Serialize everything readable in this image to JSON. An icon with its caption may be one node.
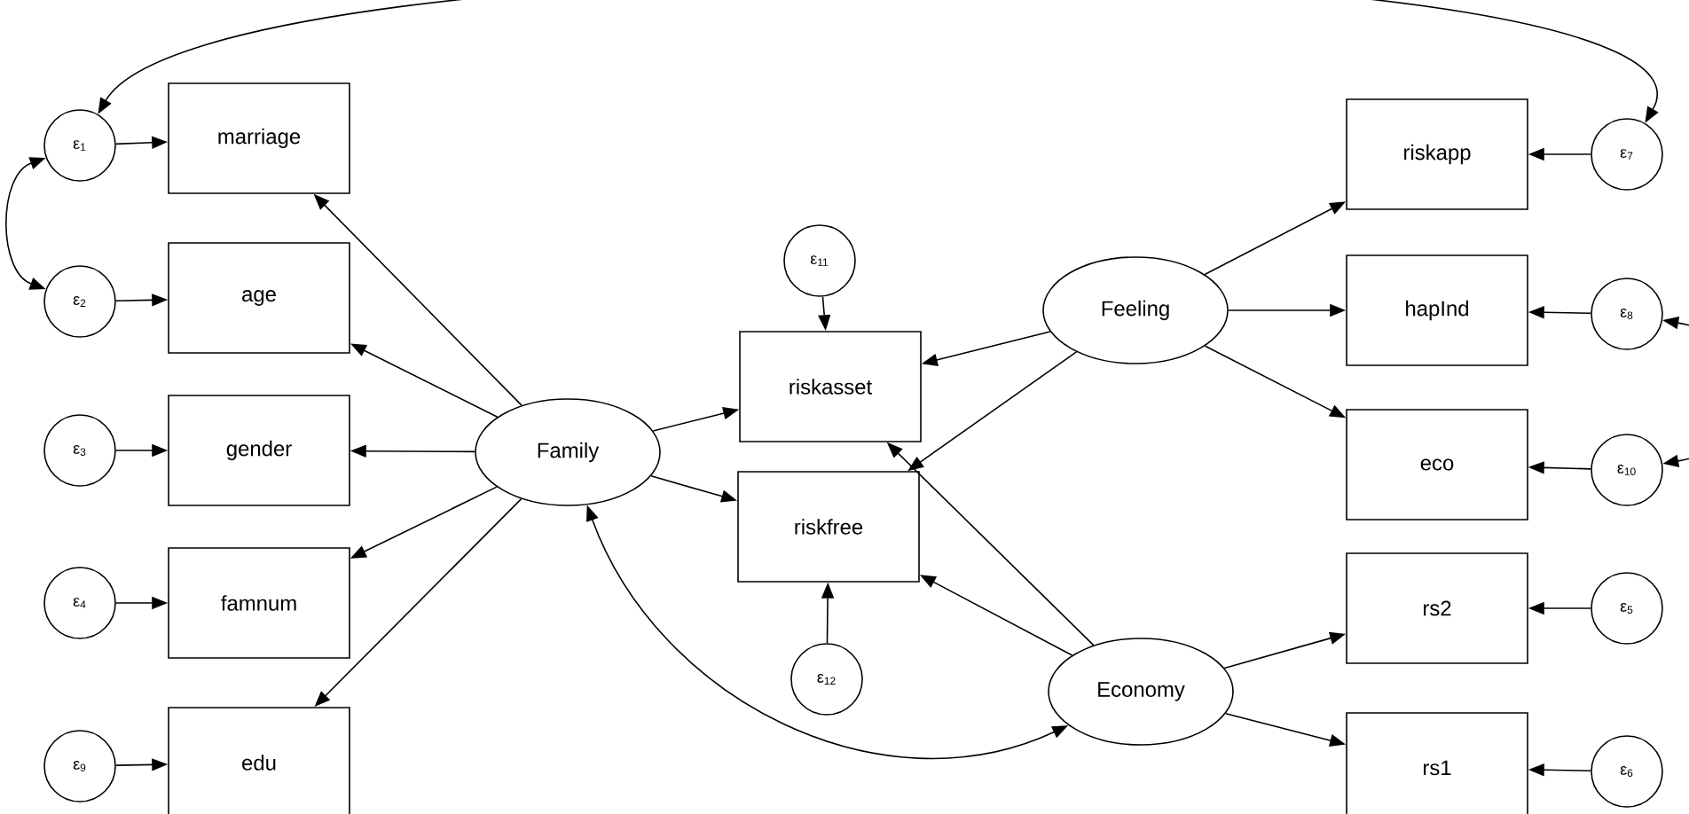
{
  "diagram": {
    "nodes": [
      {
        "text": [
          "ε$_{1}$"
        ]
      },
      {
        "text": [
          "marriage"
        ]
      },
      {
        "text": [
          "ε$_{2}$"
        ]
      },
      {
        "text": [
          "age"
        ]
      },
      {
        "text": [
          "ε$_{3}$"
        ]
      },
      {
        "text": [
          "gender"
        ]
      },
      {
        "text": [
          "ε$_{4}$"
        ]
      },
      {
        "text": [
          "famnum"
        ]
      },
      {
        "text": [
          "ε$_{9}$"
        ]
      },
      {
        "text": [
          "edu"
        ]
      },
      {
        "text": [
          "Family"
        ]
      },
      {
        "text": [
          "ε$_{11}$"
        ]
      },
      {
        "text": [
          "riskasset"
        ]
      },
      {
        "text": [
          "riskfree"
        ]
      },
      {
        "text": [
          "ε$_{12}$"
        ]
      },
      {
        "text": [
          "Feeling"
        ]
      },
      {
        "text": [
          "riskapp"
        ]
      },
      {
        "text": [
          "ε$_{7}$"
        ]
      },
      {
        "text": [
          "hapInd"
        ]
      },
      {
        "text": [
          "ε$_{8}$"
        ]
      },
      {
        "text": [
          "eco"
        ]
      },
      {
        "text": [
          "ε$_{10}$"
        ]
      },
      {
        "text": [
          "rs2"
        ]
      },
      {
        "text": [
          "ε$_{5}$"
        ]
      },
      {
        "text": [
          "Economy"
        ]
      },
      {
        "text": [
          "rs1"
        ]
      },
      {
        "text": [
          "ε$_{6}$"
        ]
      }
    ],
    "edges": [
      {
        "from": 0,
        "to": 1,
        "arrow": "to"
      },
      {
        "from": 2,
        "to": 3,
        "arrow": "to"
      },
      {
        "from": 4,
        "to": 5,
        "arrow": "to"
      },
      {
        "from": 6,
        "to": 7,
        "arrow": "to"
      },
      {
        "from": 8,
        "to": 9,
        "arrow": "to"
      },
      {
        "from": 10,
        "to": 1,
        "arrow": "to"
      },
      {
        "from": 10,
        "to": 3,
        "arrow": "to"
      },
      {
        "from": 10,
        "to": 5,
        "arrow": "to"
      },
      {
        "from": 10,
        "to": 7,
        "arrow": "to"
      },
      {
        "from": 10,
        "to": 9,
        "arrow": "to"
      },
      {
        "from": 10,
        "to": 12,
        "arrow": "to"
      },
      {
        "from": 10,
        "to": 13,
        "arrow": "to"
      },
      {
        "from": 11,
        "to": 12,
        "arrow": "to"
      },
      {
        "from": 14,
        "to": 13,
        "arrow": "to"
      },
      {
        "from": 15,
        "to": 12,
        "arrow": "to"
      },
      {
        "from": 15,
        "to": 13,
        "arrow": "to"
      },
      {
        "from": 24,
        "to": 12,
        "arrow": "to"
      },
      {
        "from": 24,
        "to": 13,
        "arrow": "to"
      },
      {
        "from": 15,
        "to": 16,
        "arrow": "to"
      },
      {
        "from": 15,
        "to": 18,
        "arrow": "to"
      },
      {
        "from": 15,
        "to": 20,
        "arrow": "to"
      },
      {
        "from": 24,
        "to": 22,
        "arrow": "to"
      },
      {
        "from": 24,
        "to": 25,
        "arrow": "to"
      },
      {
        "from": 17,
        "to": 16,
        "arrow": "to"
      },
      {
        "from": 19,
        "to": 18,
        "arrow": "to"
      },
      {
        "from": 21,
        "to": 20,
        "arrow": "to"
      },
      {
        "from": 23,
        "to": 22,
        "arrow": "to"
      },
      {
        "from": 26,
        "to": 25,
        "arrow": "to"
      },
      {
        "from": 0,
        "to": 2,
        "arrow": "both"
      },
      {
        "from": 0,
        "to": 17,
        "arrow": "both"
      },
      {
        "from": 10,
        "to": 24,
        "arrow": "both"
      },
      {
        "from": 19,
        "to": 21,
        "arrow": "both"
      }
    ]
  }
}
